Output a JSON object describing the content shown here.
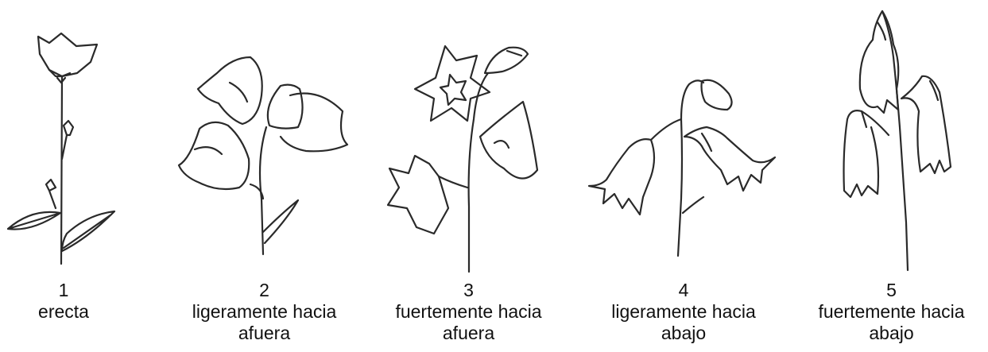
{
  "items": [
    {
      "number": "1",
      "line1": "erecta",
      "line2": ""
    },
    {
      "number": "2",
      "line1": "ligeramente hacia",
      "line2": "afuera"
    },
    {
      "number": "3",
      "line1": "fuertemente hacia",
      "line2": "afuera"
    },
    {
      "number": "4",
      "line1": "ligeramente hacia",
      "line2": "abajo"
    },
    {
      "number": "5",
      "line1": "fuertemente hacia",
      "line2": "abajo"
    }
  ]
}
